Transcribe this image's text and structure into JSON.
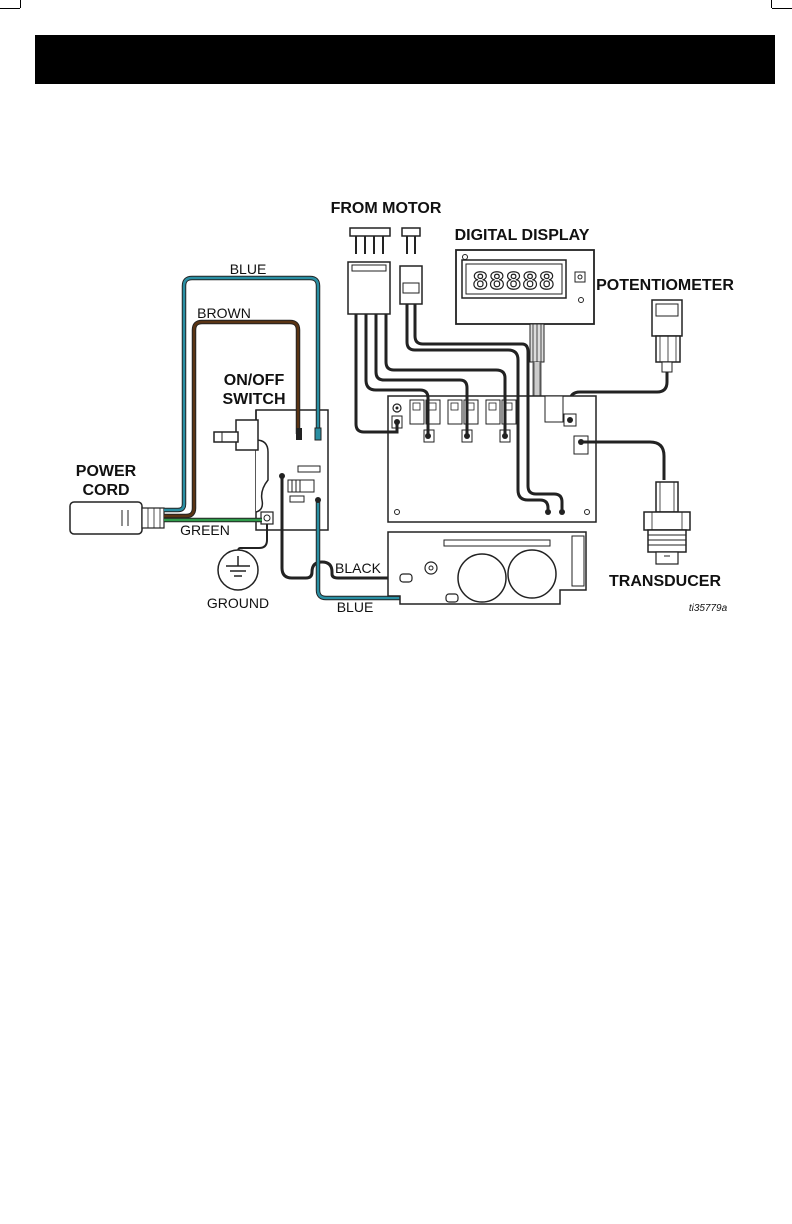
{
  "labels": {
    "from_motor": "FROM MOTOR",
    "digital_display": "DIGITAL DISPLAY",
    "potentiometer": "POTENTIOMETER",
    "on_off_switch_line1": "ON/OFF",
    "on_off_switch_line2": "SWITCH",
    "power_cord_line1": "POWER",
    "power_cord_line2": "CORD",
    "transducer": "TRANSDUCER",
    "ground": "GROUND",
    "figure_id": "ti35779a",
    "display_readout": "88888"
  },
  "wires": {
    "blue_top": "BLUE",
    "brown": "BROWN",
    "green": "GREEN",
    "black": "BLACK",
    "blue_bottom": "BLUE"
  },
  "colors": {
    "blue_wire": "#2a8fa3",
    "brown_wire": "#5a3414",
    "green_wire": "#2f9b4a",
    "black_wire": "#222222",
    "header_bar": "#000000"
  }
}
